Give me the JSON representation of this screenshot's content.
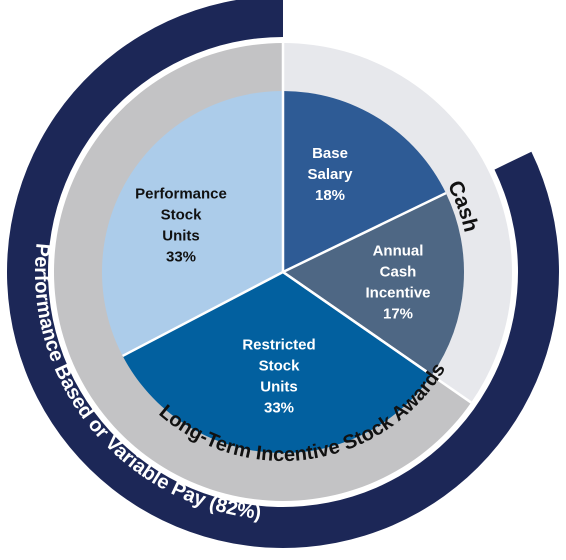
{
  "colors": {
    "outer_ring": "#1c2757",
    "middle_ring": "#c3c3c5",
    "inner_ring_cash": "#e7e8ec",
    "ring_text_light": "#ffffff",
    "ring_text_dark": "#111111",
    "slice_text_dark": "#111111",
    "slice_text_light": "#ffffff",
    "separator": "#ffffff"
  },
  "chart_data": {
    "type": "pie",
    "title": "",
    "slices": [
      {
        "label_lines": [
          "Base",
          "Salary"
        ],
        "value_label": "18%",
        "value": 18,
        "color": "#2e5b95",
        "text": "light"
      },
      {
        "label_lines": [
          "Annual",
          "Cash",
          "Incentive"
        ],
        "value_label": "17%",
        "value": 17,
        "color": "#4e6784",
        "text": "light"
      },
      {
        "label_lines": [
          "Restricted",
          "Stock",
          "Units"
        ],
        "value_label": "33%",
        "value": 33,
        "color": "#02609f",
        "text": "light"
      },
      {
        "label_lines": [
          "Performance",
          "Stock",
          "Units"
        ],
        "value_label": "33%",
        "value": 33,
        "color": "#acccea",
        "text": "dark"
      }
    ],
    "groups": [
      {
        "label": "Cash",
        "slices": [
          "Base Salary",
          "Annual Cash Incentive"
        ]
      },
      {
        "label": "Long-Term Incentive Stock Awards",
        "slices": [
          "Restricted Stock Units",
          "Performance Stock Units"
        ]
      },
      {
        "label": "Performance Based or Variable Pay (82%)",
        "slices": [
          "Annual Cash Incentive",
          "Restricted Stock Units",
          "Performance Stock Units"
        ]
      }
    ]
  }
}
